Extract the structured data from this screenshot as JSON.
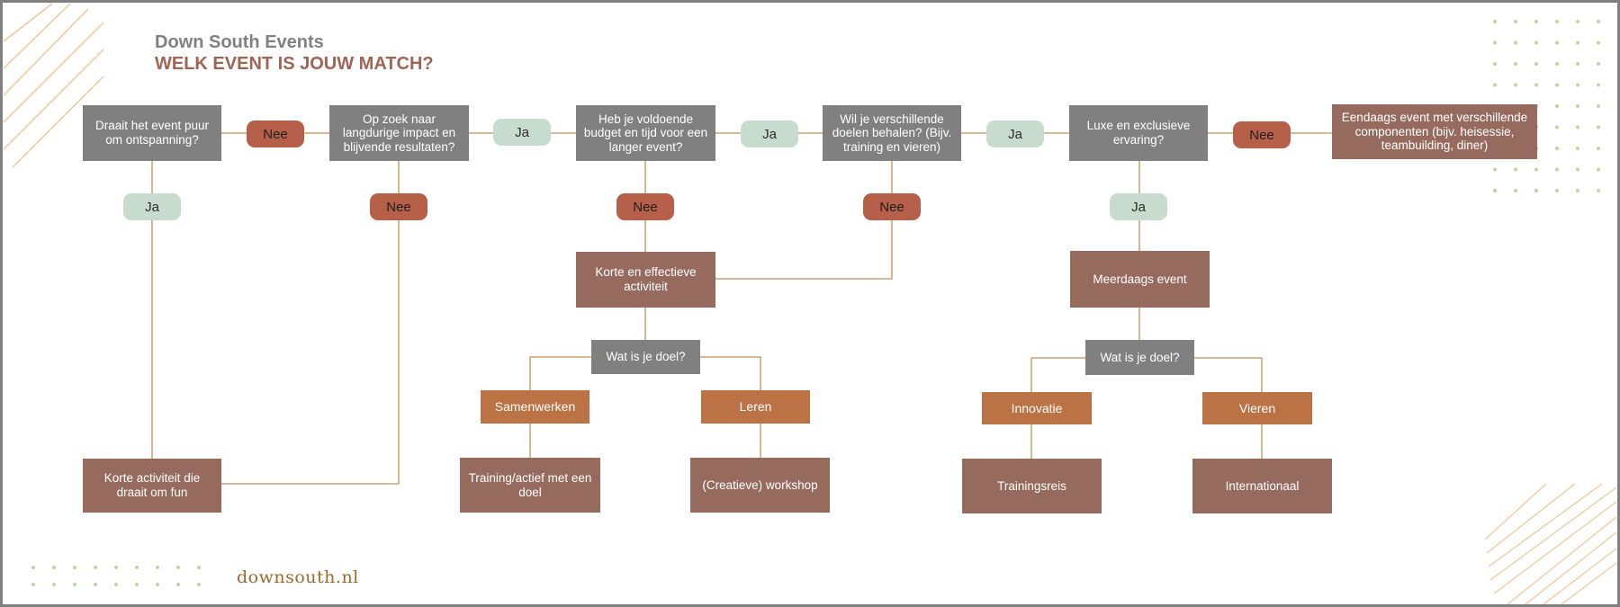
{
  "header": {
    "brand": "Down South Events",
    "title": "WELK EVENT IS JOUW MATCH?"
  },
  "footer": {
    "website": "downsouth.nl"
  },
  "flow": {
    "q1": "Draait het event puur om ontspanning?",
    "q2": "Op zoek naar langdurige impact en blijvende resultaten?",
    "q3": "Heb je voldoende budget en tijd voor een langer event?",
    "q4": "Wil je verschillende doelen behalen? (Bijv. training en vieren)",
    "q5": "Luxe en exclusieve ervaring?",
    "result_eendaags": "Eendaags event met verschillende componenten (bijv. heisessie, teambuilding, diner)",
    "result_fun": "Korte activiteit die draait om fun",
    "result_kort_effectief": "Korte en effectieve activiteit",
    "result_meerdaags": "Meerdaags event",
    "goal_question_left": "Wat is je doel?",
    "goal_question_right": "Wat is je doel?",
    "opt_samenwerken": "Samenwerken",
    "opt_leren": "Leren",
    "opt_innovatie": "Innovatie",
    "opt_vieren": "Vieren",
    "result_training": "Training/actief met een doel",
    "result_workshop": "(Creatieve) workshop",
    "result_trainingsreis": "Trainingsreis",
    "result_internationaal": "Internationaal"
  },
  "answers": {
    "q1_right": "Nee",
    "q1_down": "Ja",
    "q2_right": "Ja",
    "q2_down": "Nee",
    "q3_right": "Ja",
    "q3_down": "Nee",
    "q4_right": "Ja",
    "q4_down": "Nee",
    "q5_right": "Nee",
    "q5_down": "Ja"
  },
  "colors": {
    "question": "#808080",
    "result": "#976a5e",
    "option": "#bb7244",
    "yes": "#c7dcce",
    "no": "#b65f49",
    "connector": "#c09253",
    "accent_title": "#9f6454",
    "decor_dots": "#c4d39b",
    "decor_stripes": "#f2c59a"
  }
}
